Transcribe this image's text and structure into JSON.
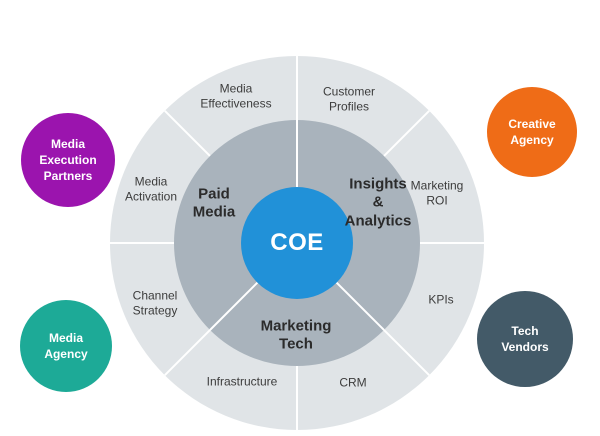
{
  "core": {
    "label": "COE"
  },
  "inner_ring": {
    "segments": [
      {
        "label": "Paid\nMedia"
      },
      {
        "label": "Insights\n&\nAnalytics"
      },
      {
        "label": "Marketing\nTech"
      }
    ]
  },
  "outer_ring": {
    "segments": [
      {
        "label": "Media\nEffectiveness"
      },
      {
        "label": "Customer\nProfiles"
      },
      {
        "label": "Media\nActivation"
      },
      {
        "label": "Marketing\nROI"
      },
      {
        "label": "Channel\nStrategy"
      },
      {
        "label": "KPIs"
      },
      {
        "label": "Infrastructure"
      },
      {
        "label": "CRM"
      }
    ]
  },
  "partners": [
    {
      "label": "Media\nExecution\nPartners",
      "color": "#9b14ae"
    },
    {
      "label": "Creative\nAgency",
      "color": "#ef6c17"
    },
    {
      "label": "Media\nAgency",
      "color": "#1daa97"
    },
    {
      "label": "Tech\nVendors",
      "color": "#435a68"
    }
  ],
  "colors": {
    "core": "#2191d8",
    "inner_ring": "#a9b3bc",
    "outer_ring": "#e0e4e7",
    "divider": "#ffffff"
  }
}
